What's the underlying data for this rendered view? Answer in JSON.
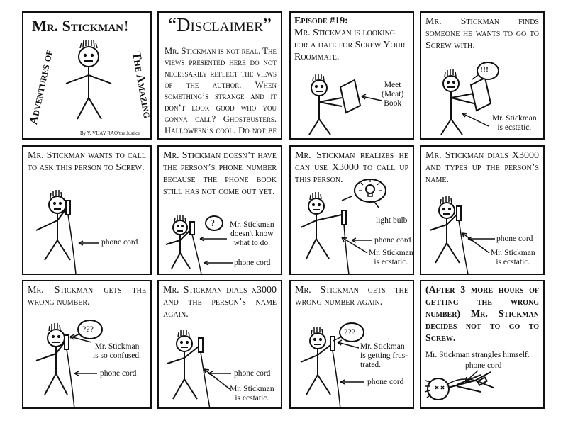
{
  "comic": {
    "title": "Mr. Stickman!",
    "side_left": "Adventures of",
    "side_right": "The Amazing",
    "credit": "By Y. VIJAY RAO/the Justice",
    "disclaimer_heading": "“Disclaimer”",
    "disclaimer_body": "Mr. Stickman is not real. The views presented here do not necessarily reflect the views of the author. When something’s strange and it don’t look good who you gonna call? Ghostbusters. Halloween’s cool. Do not be misled to think otherwise.",
    "episode": "Episode #19:",
    "episode_caption": "Mr. Stickman is looking for a date for Screw Your Roommate.",
    "book_label": "Meet\n(Meat)\nBook",
    "p4_caption": "Mr. Stickman finds someone he wants to go to Screw with.",
    "p4_bubble": "!!!",
    "p4_label": "Mr. Stickman\nis ecstatic.",
    "p5_caption": "Mr. Stickman wants to call to ask this person to Screw.",
    "p5_label": "phone cord",
    "p6_caption": "Mr. Stickman doesn’t have the person’s phone number because the phone book still has not come out yet.",
    "p6_bubble": "?",
    "p6_label1": "Mr. Stickman\ndoesn't know\nwhat to do.",
    "p6_label2": "phone cord",
    "p7_caption": "Mr. Stickman realizes he can use X3000 to call up this person.",
    "p7_bulb": "light bulb",
    "p7_cord": "phone cord",
    "p7_label": "Mr. Stickman\nis ecstatic.",
    "p8_caption": "Mr. Stickman dials X3000 and types up the person’s name.",
    "p8_cord": "phone cord",
    "p8_label": "Mr. Stickman\nis ecstatic.",
    "p9_caption": "Mr. Stickman gets the wrong number.",
    "p9_bubble": "???",
    "p9_label": "Mr. Stickman\nis so confused.",
    "p9_cord": "phone cord",
    "p10_caption": "Mr. Stickman dials x3000 and the person’s name again.",
    "p10_cord": "phone cord",
    "p10_label": "Mr. Stickman\nis ecstatic.",
    "p11_caption": "Mr. Stickman gets the wrong number again.",
    "p11_bubble": "???",
    "p11_label": "Mr. Stickman\nis getting frus-\ntrated.",
    "p11_cord": "phone cord",
    "p12_caption": "(After 3 more hours of getting the wrong number) Mr. Stickman decides not to go to Screw.",
    "p12_label1": "Mr. Stickman strangles himself.",
    "p12_label2": "phone cord"
  }
}
